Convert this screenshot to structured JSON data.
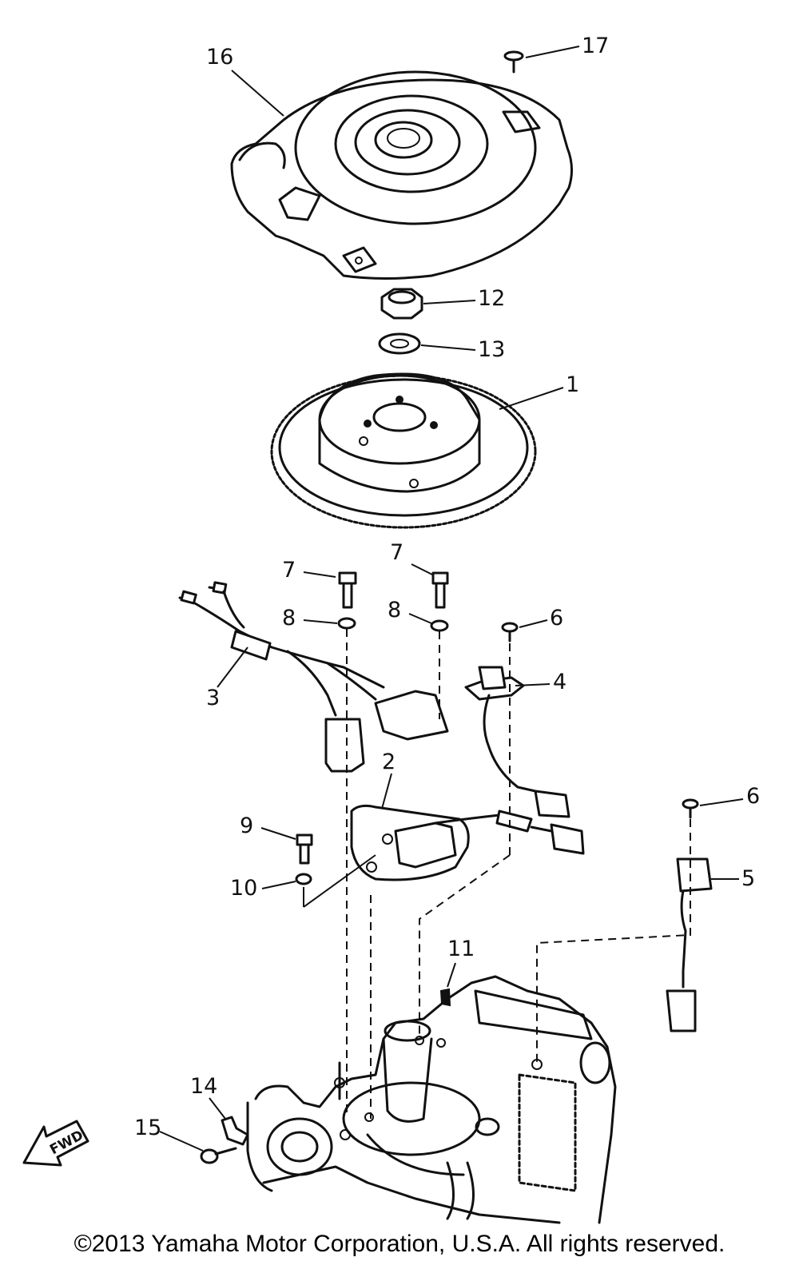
{
  "callouts": {
    "c1": "1",
    "c2": "2",
    "c3": "3",
    "c4": "4",
    "c5": "5",
    "c6a": "6",
    "c6b": "6",
    "c7a": "7",
    "c7b": "7",
    "c8a": "8",
    "c8b": "8",
    "c9": "9",
    "c10": "10",
    "c11": "11",
    "c12": "12",
    "c13": "13",
    "c14": "14",
    "c15": "15",
    "c16": "16",
    "c17": "17"
  },
  "fwd_arrow": "FWD",
  "copyright": "©2013 Yamaha Motor Corporation, U.S.A. All rights reserved."
}
